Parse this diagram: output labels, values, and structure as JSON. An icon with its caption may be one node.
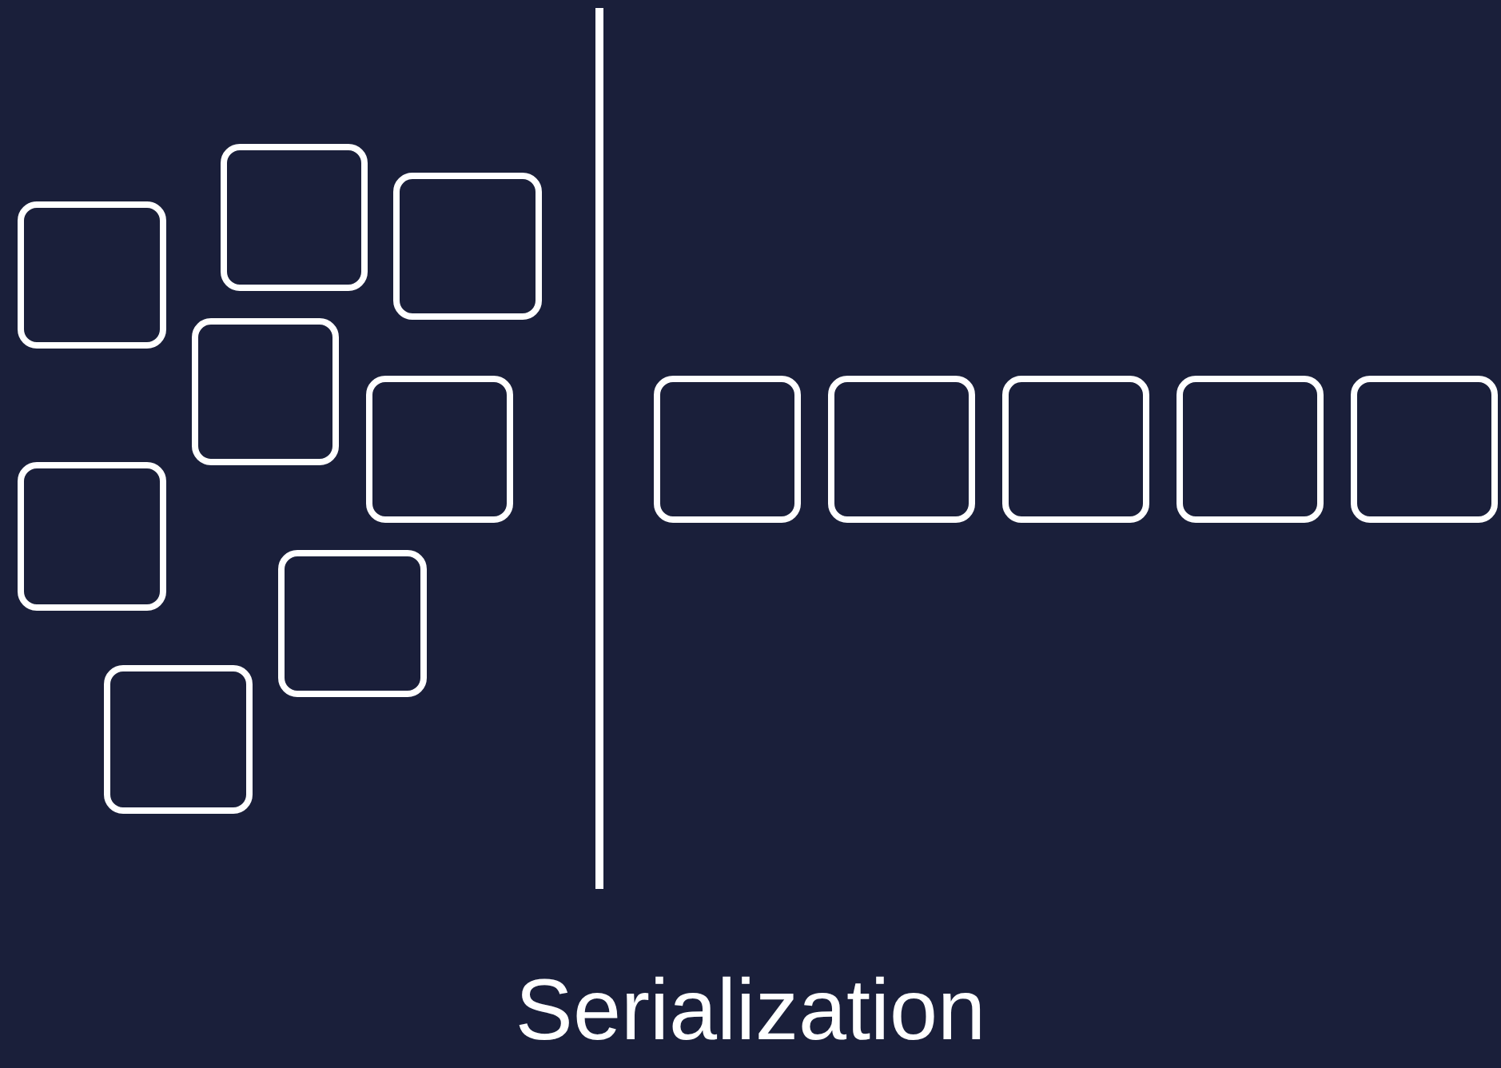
{
  "diagram": {
    "caption": "Serialization",
    "nodes": [
      {
        "text": [],
        "shape": "box"
      },
      {
        "text": [],
        "shape": "box"
      },
      {
        "text": [],
        "shape": "box"
      },
      {
        "text": [],
        "shape": "box"
      },
      {
        "text": [],
        "shape": "box"
      },
      {
        "text": [],
        "shape": "box"
      },
      {
        "text": [],
        "shape": "box"
      },
      {
        "text": [],
        "shape": "box"
      },
      {
        "text": [],
        "shape": "box"
      },
      {
        "text": [],
        "shape": "box"
      },
      {
        "text": [],
        "shape": "box"
      },
      {
        "text": [],
        "shape": "box"
      },
      {
        "text": [],
        "shape": "box"
      }
    ]
  }
}
